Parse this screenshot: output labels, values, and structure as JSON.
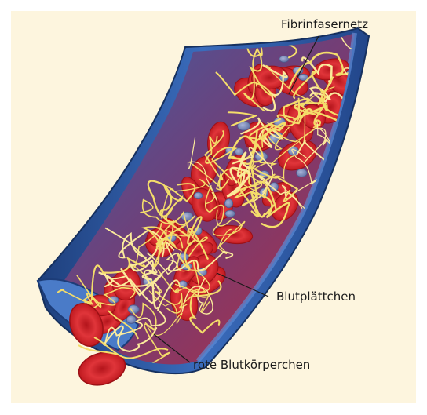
{
  "colors": {
    "background": "#fdf5de",
    "vessel_wall": "#2f5fa6",
    "vessel_wall_dark": "#1f3f7a",
    "vessel_interior": "#3d5fa0",
    "red_blood_cell": "#d8252a",
    "platelet": "#7f8fbf",
    "fibrin": "#f4dd6a"
  },
  "labels": {
    "fibrin_network": "Fibrinfasernetz",
    "platelets": "Blutplättchen",
    "red_blood_cells": "rote Blutkörperchen"
  }
}
